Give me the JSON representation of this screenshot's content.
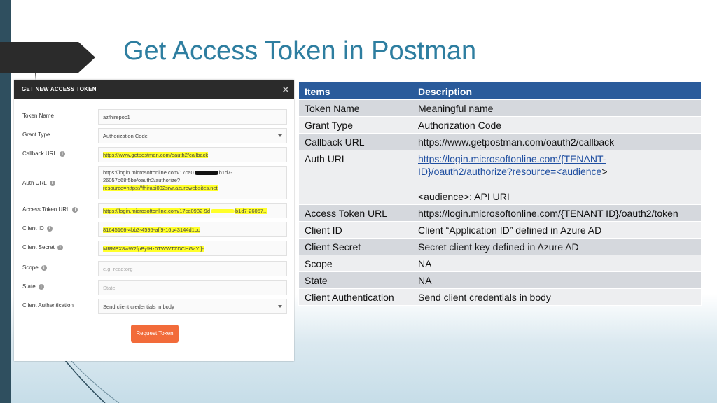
{
  "slide": {
    "title": "Get Access Token in Postman"
  },
  "dialog": {
    "header": "GET NEW ACCESS TOKEN",
    "close": "✕",
    "fields": [
      {
        "label": "Token Name",
        "value": "azfhirepoc1"
      },
      {
        "label": "Grant Type",
        "value": "Authorization Code"
      },
      {
        "label": "Callback URL",
        "value": "https://www.getpostman.com/oauth2/callback"
      },
      {
        "label": "Auth URL",
        "line1a": "https://login.microsoftonline.com/17ca0",
        "line1b": "b1d7-",
        "line2": "26057b68f5be/oauth2/authorize?",
        "line3": "resource=https://fhirapi002srvr.azurewebsites.net"
      },
      {
        "label": "Access Token URL",
        "value_a": "https://login.microsoftonline.com/17ca0982-9d",
        "value_b": "b1d7-26057..."
      },
      {
        "label": "Client ID",
        "value": "81645166-4bb3-4595-aff9-16b43144d1cc"
      },
      {
        "label": "Client Secret",
        "value": "MRM8X8wW2fpBy!Hz0TWWTZDCHGaY[[-"
      },
      {
        "label": "Scope",
        "placeholder": "e.g. read:org"
      },
      {
        "label": "State",
        "placeholder": "State"
      },
      {
        "label": "Client Authentication",
        "value": "Send client credentials in body"
      }
    ],
    "info_glyph": "i",
    "request_button": "Request Token"
  },
  "table": {
    "headers": [
      "Items",
      "Description"
    ],
    "rows": [
      {
        "item": "Token Name",
        "desc": "Meaningful name"
      },
      {
        "item": "Grant Type",
        "desc": "Authorization Code"
      },
      {
        "item": "Callback URL",
        "desc": "https://www.getpostman.com/oauth2/callback"
      },
      {
        "item": "Auth URL",
        "desc_link": "https://login.microsoftonline.com/{TENANT-ID}/oauth2/authorize?resource=<audience",
        "desc_tail": ">",
        "desc_note": "<audience>: API URI"
      },
      {
        "item": "Access Token URL",
        "desc": "https://login.microsoftonline.com/{TENANT ID}/oauth2/token"
      },
      {
        "item": "Client ID",
        "desc": "Client “Application ID” defined in Azure AD"
      },
      {
        "item": "Client Secret",
        "desc": "Secret client key defined in Azure AD"
      },
      {
        "item": "Scope",
        "desc": "NA"
      },
      {
        "item": "State",
        "desc": "NA"
      },
      {
        "item": "Client Authentication",
        "desc": "Send client credentials in body"
      }
    ]
  },
  "colors": {
    "title": "#2e7ea0",
    "table_header": "#2a5b9b",
    "highlight": "#ffff2a",
    "button": "#f26b3a"
  }
}
